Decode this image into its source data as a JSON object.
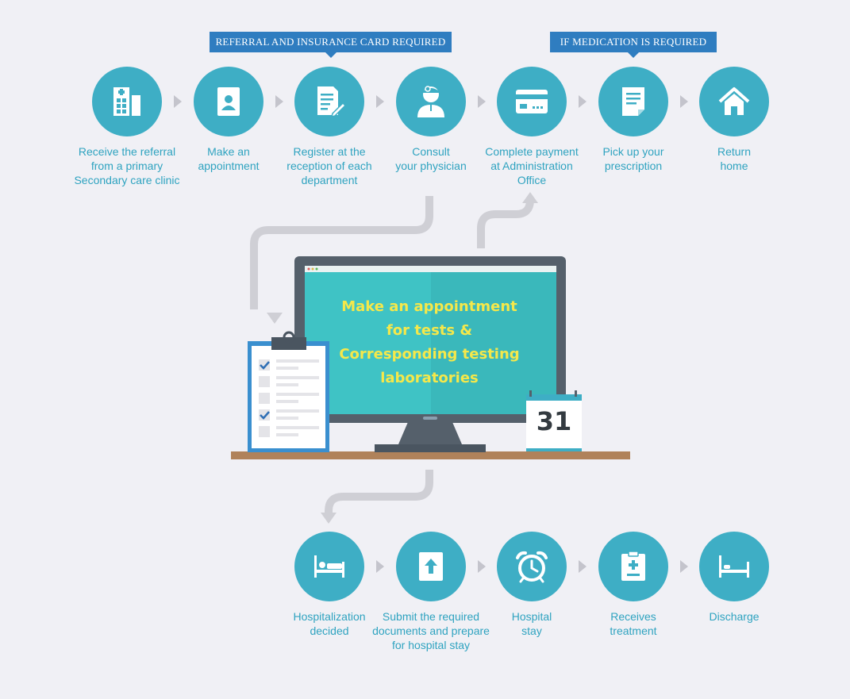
{
  "callouts": {
    "referral": "REFERRAL AND INSURANCE CARD REQUIRED",
    "medication": "IF MEDICATION IS REQUIRED"
  },
  "top_steps": [
    {
      "icon": "hospital-icon",
      "lines": [
        "Receive the referral",
        "from a primary",
        "Secondary care clinic"
      ]
    },
    {
      "icon": "id-card-icon",
      "lines": [
        "Make an",
        "appointment"
      ]
    },
    {
      "icon": "form-pen-icon",
      "lines": [
        "Register at the",
        "reception of each",
        "department"
      ]
    },
    {
      "icon": "doctor-icon",
      "lines": [
        "Consult",
        "your physician"
      ]
    },
    {
      "icon": "credit-card-icon",
      "lines": [
        "Complete payment",
        "at Administration",
        "Office"
      ]
    },
    {
      "icon": "prescription-icon",
      "lines": [
        "Pick up your",
        "prescription"
      ]
    },
    {
      "icon": "home-icon",
      "lines": [
        "Return",
        "home"
      ]
    }
  ],
  "monitor": {
    "lines": [
      "Make an appointment",
      "for tests &",
      "Corresponding testing",
      "laboratories"
    ]
  },
  "calendar": {
    "day": "31"
  },
  "bottom_steps": [
    {
      "icon": "bed-icon",
      "lines": [
        "Hospitalization",
        "decided"
      ]
    },
    {
      "icon": "upload-document-icon",
      "lines": [
        "Submit the required",
        "documents and prepare",
        "for hospital stay"
      ]
    },
    {
      "icon": "alarm-clock-icon",
      "lines": [
        "Hospital",
        "stay"
      ]
    },
    {
      "icon": "medical-chart-icon",
      "lines": [
        "Receives",
        "treatment"
      ]
    },
    {
      "icon": "empty-bed-icon",
      "lines": [
        "Discharge"
      ]
    }
  ],
  "colors": {
    "accent": "#3eaec5",
    "callout": "#2f7dc0",
    "label": "#2fa3c0",
    "monitor_text": "#f5e84a",
    "background": "#f0f0f5"
  }
}
